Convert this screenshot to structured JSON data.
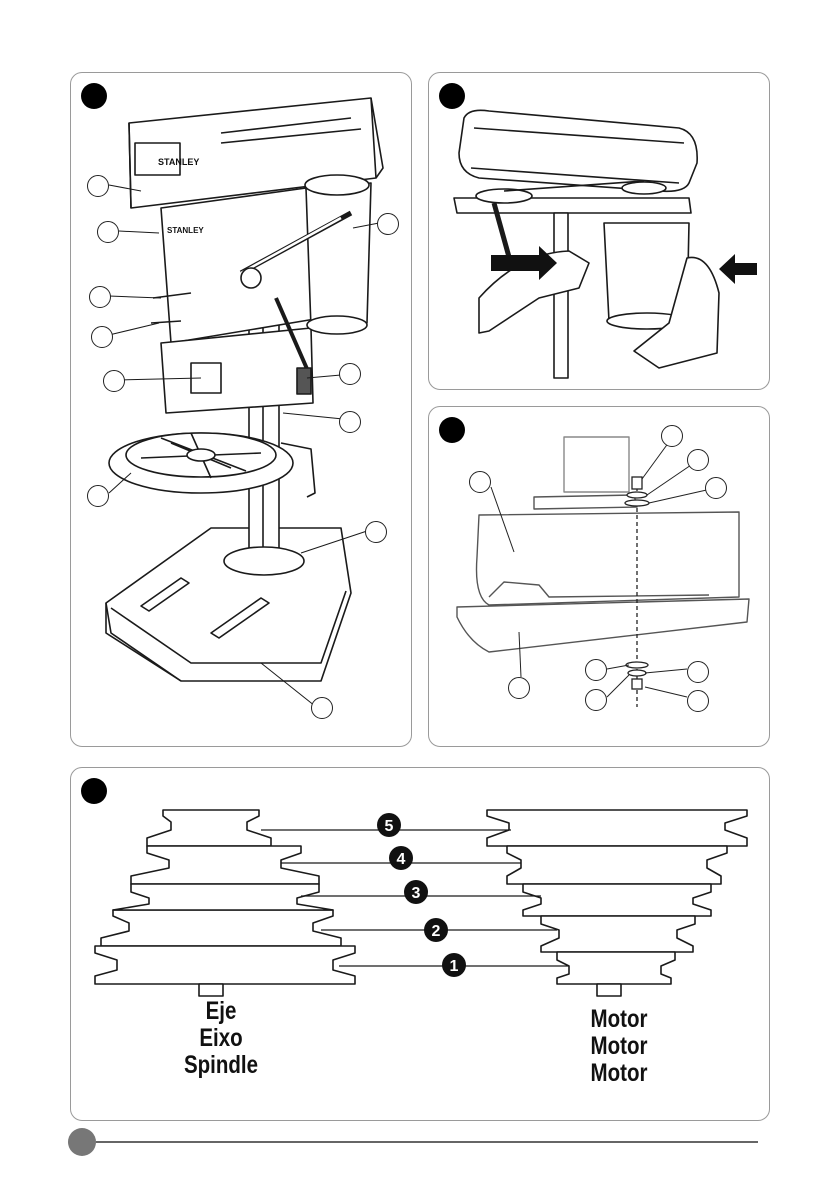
{
  "figure1": {
    "brand_top": "STANLEY",
    "brand_head": "STANLEY"
  },
  "figure4": {
    "speeds": [
      "5",
      "4",
      "3",
      "2",
      "1"
    ],
    "spindle_labels": [
      "Eje",
      "Eixo",
      "Spindle"
    ],
    "motor_labels": [
      "Motor",
      "Motor",
      "Motor"
    ]
  },
  "colors": {
    "outline": "#1a1a1a",
    "panel_border": "#9a9a9a",
    "footer": "#777777"
  }
}
